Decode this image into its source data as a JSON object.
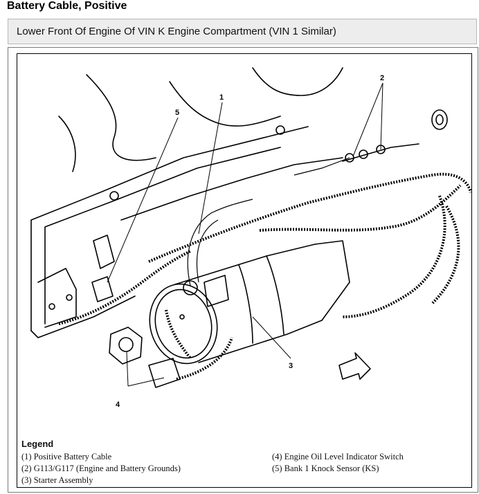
{
  "page": {
    "title": "Battery Cable, Positive",
    "caption": "Lower Front Of Engine Of VIN K Engine Compartment (VIN 1 Similar)"
  },
  "diagram": {
    "callouts": [
      "1",
      "2",
      "3",
      "4",
      "5"
    ]
  },
  "legend": {
    "title": "Legend",
    "left_items": [
      "(1)  Positive Battery Cable",
      "(2)  G113/G117 (Engine and Battery Grounds)",
      "(3)  Starter Assembly"
    ],
    "right_items": [
      "(4)  Engine Oil Level Indicator Switch",
      "(5)  Bank 1 Knock Sensor (KS)"
    ]
  }
}
